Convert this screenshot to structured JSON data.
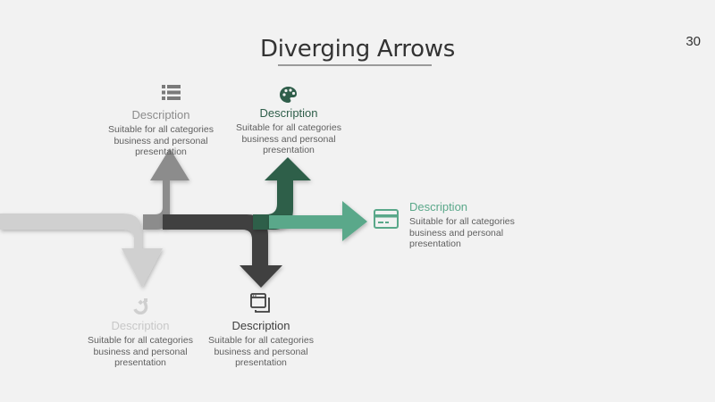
{
  "slide": {
    "title": "Diverging Arrows",
    "page_number": "30"
  },
  "colors": {
    "light_gray": "#d0d0d0",
    "mid_gray": "#8c8c8c",
    "dark_gray": "#3f3f3f",
    "dark_green": "#2f5e4a",
    "teal": "#5aa88a"
  },
  "items": [
    {
      "icon": "list-icon",
      "heading": "Description",
      "body": "Suitable for all categories business and personal presentation",
      "heading_color": "#8c8c8c"
    },
    {
      "icon": "palette-icon",
      "heading": "Description",
      "body": "Suitable for all categories business and personal presentation",
      "heading_color": "#2f5e4a"
    },
    {
      "icon": "credit-card-icon",
      "heading": "Description",
      "body": "Suitable for all categories business and personal presentation",
      "heading_color": "#5aa88a"
    },
    {
      "icon": "magnet-icon",
      "heading": "Description",
      "body": "Suitable for all categories business and personal presentation",
      "heading_color": "#c8c8c8"
    },
    {
      "icon": "browser-window-icon",
      "heading": "Description",
      "body": "Suitable for all categories business and personal presentation",
      "heading_color": "#3f3f3f"
    }
  ]
}
